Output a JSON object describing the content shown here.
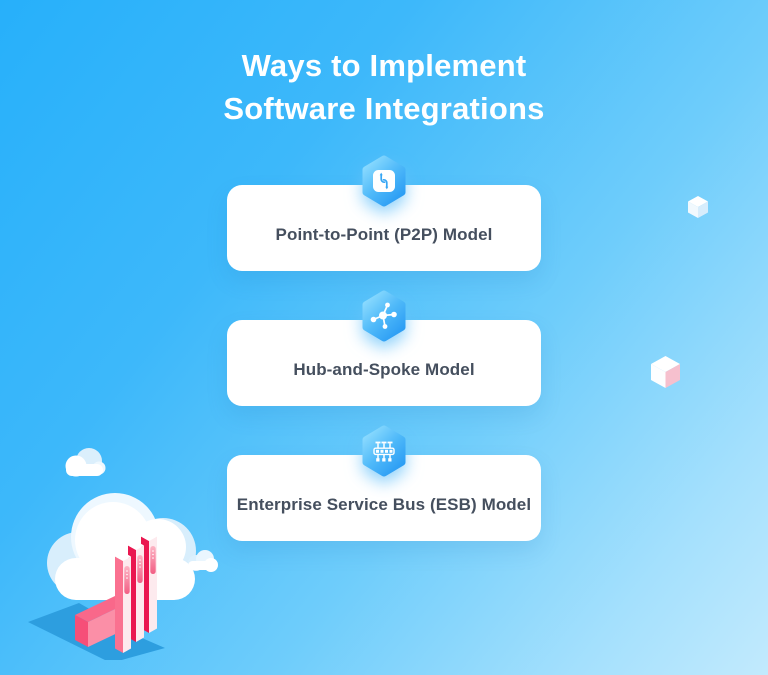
{
  "title": {
    "line1": "Ways to Implement",
    "line2": "Software Integrations"
  },
  "cards": [
    {
      "label": "Point-to-Point (P2P) Model",
      "icon": "swap-arrows-icon"
    },
    {
      "label": "Hub-and-Spoke Model",
      "icon": "hub-spoke-icon"
    },
    {
      "label": "Enterprise Service Bus (ESB) Model",
      "icon": "esb-bus-icon"
    }
  ],
  "decorations": {
    "bottom_left": "cloud-servers-illustration",
    "upper_right_cube": "white-blue-cube",
    "mid_right_cube": "white-pink-cube"
  },
  "colors": {
    "bg_gradient_start": "#27b0fa",
    "bg_gradient_end": "#c2eafd",
    "title_text": "#ffffff",
    "card_background": "#ffffff",
    "card_text": "#454f5e",
    "hexagon_light": "#95e0ff",
    "hexagon_dark": "#2c9df4",
    "icon_blue": "#36a6f4",
    "server_pink": "#fa7190",
    "server_crimson": "#ea1750",
    "server_pale": "#fdeaee",
    "shadow_blue": "#2d9edf"
  }
}
